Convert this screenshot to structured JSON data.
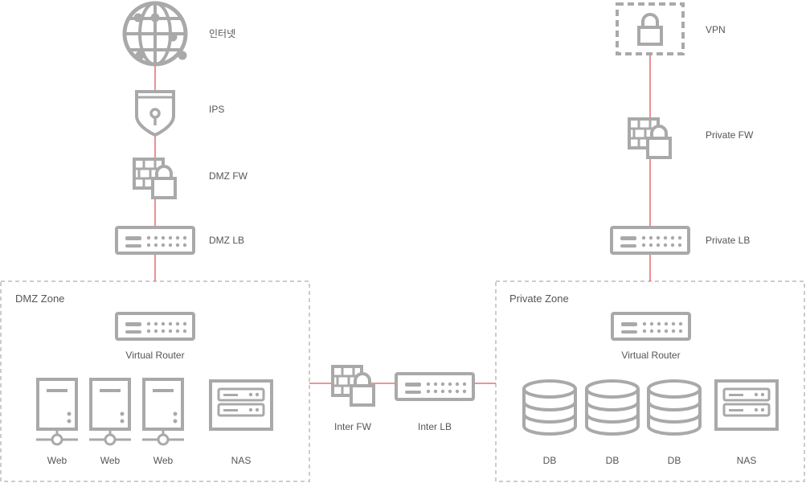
{
  "nodes": {
    "internet": "인터넷",
    "ips": "IPS",
    "dmz_fw": "DMZ FW",
    "dmz_lb": "DMZ LB",
    "vpn": "VPN",
    "private_fw": "Private FW",
    "private_lb": "Private LB",
    "inter_fw": "Inter FW",
    "inter_lb": "Inter LB"
  },
  "dmz_zone": {
    "title": "DMZ Zone",
    "router": "Virtual Router",
    "servers": [
      "Web",
      "Web",
      "Web"
    ],
    "storage": "NAS"
  },
  "private_zone": {
    "title": "Private Zone",
    "router": "Virtual Router",
    "databases": [
      "DB",
      "DB",
      "DB"
    ],
    "storage": "NAS"
  },
  "colors": {
    "icon": "#a9a9a9",
    "link": "#e0555c",
    "zone_border": "#bbbbbb",
    "text": "#555555"
  },
  "icons": {
    "internet": "globe-icon",
    "ips": "shield-icon",
    "firewall": "firewall-lock-icon",
    "load_balancer": "switch-icon",
    "vpn": "lock-icon",
    "server": "server-icon",
    "database": "database-icon",
    "nas": "nas-icon"
  }
}
